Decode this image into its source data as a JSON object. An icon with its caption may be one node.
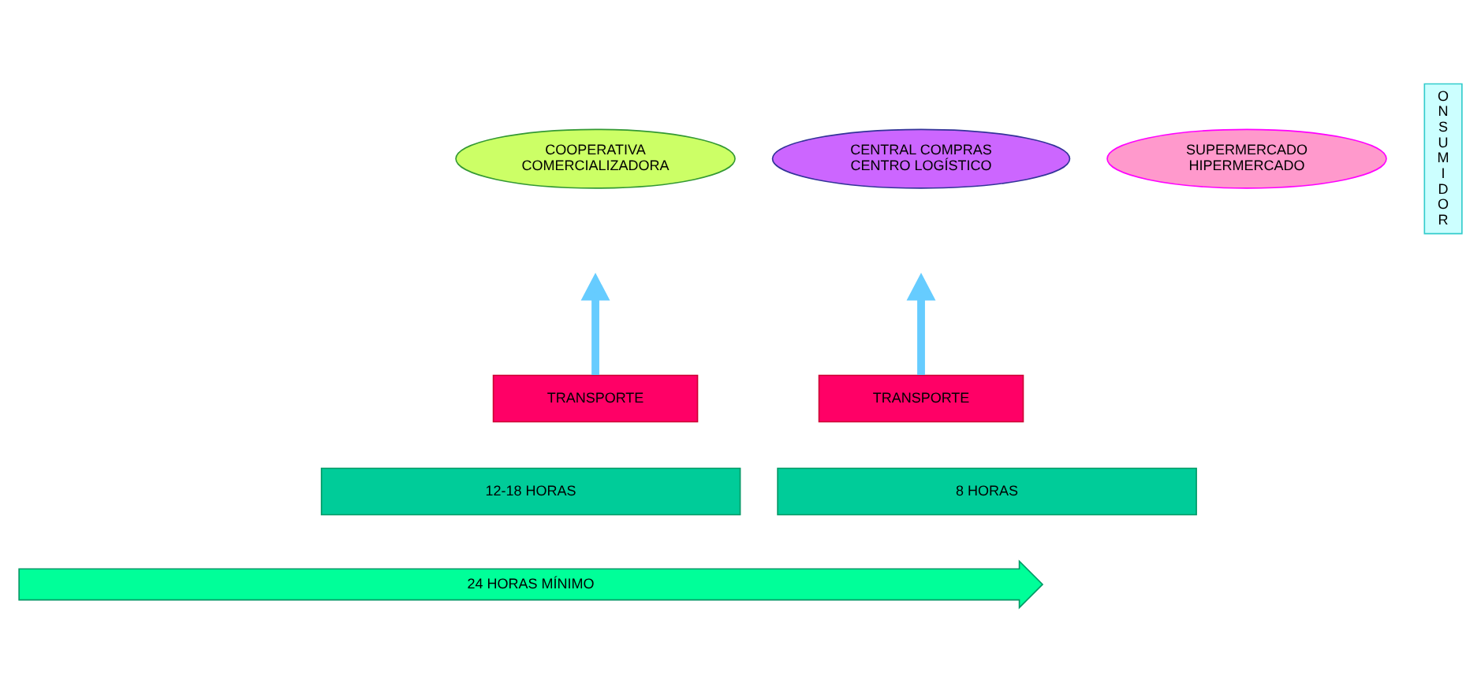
{
  "diagram": {
    "nodes": [
      {
        "text": [
          "COOPERATIVA COMERCIALIZADORA"
        ]
      },
      {
        "text": [
          "CENTRAL COMPRAS CENTRO LOGÍSTICO"
        ]
      },
      {
        "text": [
          "SUPERMERCADO HIPERMERCADO"
        ]
      },
      {
        "text": [
          "O N S U M I D O R"
        ]
      },
      {
        "text": [
          "TRANSPORTE"
        ]
      },
      {
        "text": [
          "TRANSPORTE"
        ]
      },
      {
        "text": [
          "12-18 HORAS"
        ]
      },
      {
        "text": [
          "8 HORAS"
        ]
      },
      {
        "text": [
          "24 HORAS MÍNIMO"
        ]
      }
    ],
    "edges": [
      {
        "from": 4,
        "to": null,
        "arrow": "to",
        "color": "#66ccff"
      },
      {
        "from": 5,
        "to": null,
        "arrow": "to",
        "color": "#66ccff"
      }
    ]
  }
}
